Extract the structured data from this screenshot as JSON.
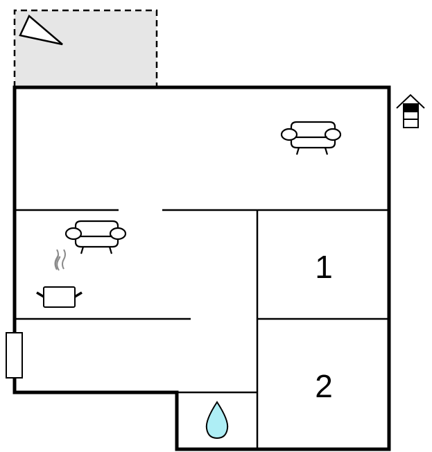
{
  "floorplan": {
    "type": "apartment floor plan",
    "colors": {
      "wall": "#000000",
      "terrace_fill": "#e6e6e6",
      "water_drop": "#aeeef5",
      "steam": "#8a8a8a",
      "background": "#ffffff"
    },
    "rooms": [
      {
        "id": "bedroom-1",
        "label": "1"
      },
      {
        "id": "bedroom-2",
        "label": "2"
      }
    ],
    "areas": {
      "terrace": "terrace / balcony (dashed)",
      "living_room": "living room with sofa",
      "living_kitchen": "living area with sofa and kitchen",
      "hallway": "hallway / entrance",
      "bathroom": "bathroom"
    },
    "icons": [
      {
        "name": "terrace-triangle-icon",
        "meaning": "terrace"
      },
      {
        "name": "floor-level-icon",
        "meaning": "floor / storey indicator"
      },
      {
        "name": "sofa-icon",
        "meaning": "living room"
      },
      {
        "name": "sofa-icon",
        "meaning": "living area"
      },
      {
        "name": "cooking-pot-icon",
        "meaning": "kitchen"
      },
      {
        "name": "water-drop-icon",
        "meaning": "bathroom"
      },
      {
        "name": "window-icon",
        "meaning": "window"
      }
    ]
  }
}
